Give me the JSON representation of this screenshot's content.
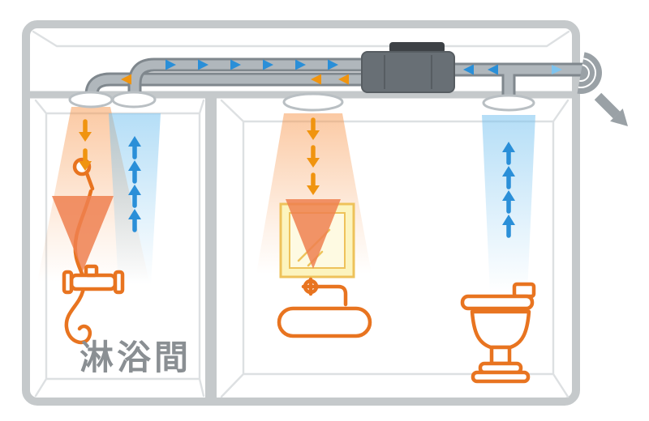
{
  "labels": {
    "shower_room": "淋浴間"
  },
  "colors": {
    "frame-gray": "#c5c9cb",
    "inner-line-gray": "#dde0e2",
    "duct-outline": "#7f878d",
    "duct-body": "#b0b7bc",
    "fan-unit-body": "#686f75",
    "fan-unit-top": "#3d4145",
    "vent-stroke": "#b9bfc3",
    "blue-arrow": "#2a8fd8",
    "blue-arrow-light": "#7ec4ef",
    "orange-arrow": "#f0940f",
    "big-warm-arrow": "#ef8050",
    "warm-glow": "#f79448",
    "cool-glow": "#78c3f0",
    "fixture-orange": "#e87420",
    "mirror-fill": "#fcf4be",
    "mirror-inner-fill": "#fefae2",
    "mirror-stroke": "#eec25a",
    "label-gray": "#8a8f93",
    "exterior-gray": "#9aa1a6"
  },
  "diagram": {
    "type": "ventilation-airflow-cross-section",
    "rooms": [
      "shower-room",
      "washroom",
      "toilet-room"
    ],
    "fixtures": [
      "hand-shower",
      "mirror",
      "faucet",
      "sink",
      "toilet"
    ],
    "ceiling_vents": 4,
    "fan_unit": 1,
    "flows": {
      "warm_supply_color": "orange",
      "cool_exhaust_color": "blue",
      "exhaust_duct_left_arrows": 6,
      "supply_duct_left_arrows": 3,
      "exhaust_duct_right_arrows": 2,
      "outlet_duct_arrows": 1,
      "shower_supply_arrows": 2,
      "shower_exhaust_arrows": 4,
      "washroom_supply_arrows": 3,
      "toilet_exhaust_arrows": 4,
      "exterior_exhaust_direction": "down-right"
    }
  }
}
